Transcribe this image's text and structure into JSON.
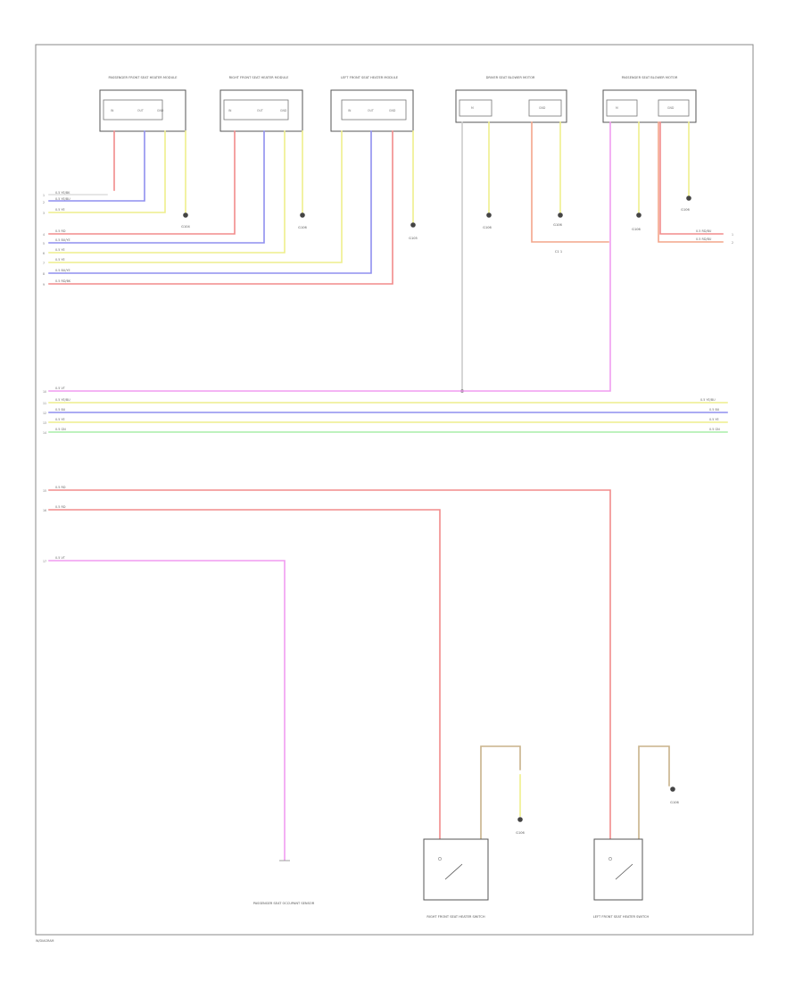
{
  "colors": {
    "red": "#f28b8b",
    "blue": "#8f8fef",
    "yellow": "#eeee8c",
    "green": "#a9eea9",
    "violet": "#f09cf0",
    "salmon": "#f4a58a",
    "grey": "#bbbbbb",
    "brown": "#c8b28a"
  },
  "modules": {
    "m1": {
      "title": "PASSENGER FRONT SEAT HEATER MODULE",
      "pins": [
        "IN",
        "OUT",
        "GND"
      ]
    },
    "m2": {
      "title": "RIGHT FRONT SEAT HEATER MODULE",
      "pins": [
        "IN",
        "OUT",
        "GND"
      ]
    },
    "m3": {
      "title": "LEFT FRONT SEAT HEATER MODULE",
      "pins": [
        "IN",
        "OUT",
        "GND"
      ]
    },
    "m4": {
      "title": "DRIVER SEAT BLOWER MOTOR",
      "pins": [
        "M",
        "GND"
      ]
    },
    "m5": {
      "title": "PASSENGER SEAT BLOWER MOTOR",
      "pins": [
        "M",
        "GND"
      ]
    }
  },
  "grounds": {
    "g1": "G104",
    "g2": "G106",
    "g3": "G105",
    "g4": "G106",
    "g5": "G106",
    "g6": "G106",
    "g7": "G106",
    "g8": "G106",
    "g9": "G106"
  },
  "buses": {
    "left_top": [
      {
        "num": "1",
        "text": "0.5 YE/BK"
      },
      {
        "num": "2",
        "text": "0.5 YE/BU"
      },
      {
        "num": "3",
        "text": "0.5 YE"
      }
    ],
    "left_mid": [
      {
        "num": "4",
        "text": "0.5 RD"
      },
      {
        "num": "5",
        "text": "0.5 BU/YE"
      },
      {
        "num": "6",
        "text": "0.5 YE"
      },
      {
        "num": "7",
        "text": "0.5 YE"
      },
      {
        "num": "8",
        "text": "0.5 BU/YE"
      },
      {
        "num": "9",
        "text": "0.5 RD/BK"
      }
    ],
    "center": [
      {
        "num": "10",
        "text": "0.5 VT"
      },
      {
        "num": "11",
        "text": "0.5 YE/BU"
      },
      {
        "num": "12",
        "text": "0.5 BU"
      },
      {
        "num": "13",
        "text": "0.5 YE"
      },
      {
        "num": "14",
        "text": "0.5 GN"
      }
    ],
    "center_right": [
      "0.5 YE/BU",
      "0.5 BU",
      "0.5 YE",
      "0.5 GN"
    ],
    "lower": [
      {
        "num": "15",
        "text": "0.5 RD"
      },
      {
        "num": "16",
        "text": "0.5 RD"
      },
      {
        "num": "17",
        "text": "0.5 VT"
      }
    ],
    "right": [
      {
        "num": "1",
        "text": "0.5 RD/BU"
      },
      {
        "num": "2",
        "text": "0.5 RD/BU"
      }
    ],
    "right_conn": "C1 1"
  },
  "bottom": {
    "sensor": {
      "title": "PASSENGER SEAT OCCUPANT SENSOR"
    },
    "sw1": {
      "title": "RIGHT FRONT SEAT HEATER SWITCH"
    },
    "sw2": {
      "title": "LEFT FRONT SEAT HEATER SWITCH"
    },
    "g_a": "G106",
    "g_b": "G106"
  },
  "footer": "W/DIAGRAM"
}
